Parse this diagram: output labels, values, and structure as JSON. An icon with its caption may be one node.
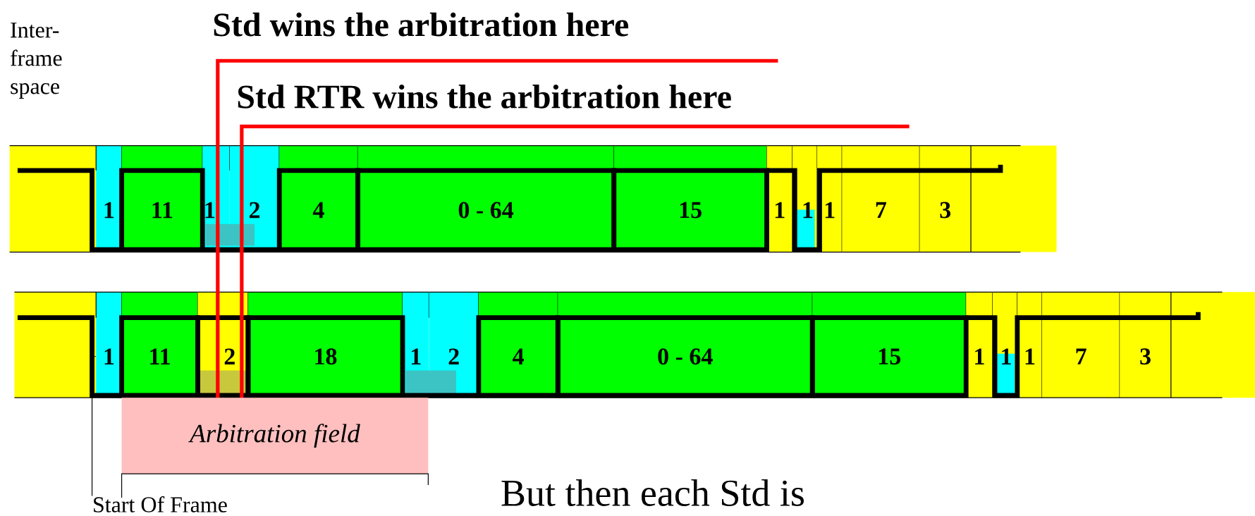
{
  "diagram": {
    "nodes": [
      {
        "text": [
          "1"
        ]
      },
      {
        "text": [
          "11"
        ]
      },
      {
        "text": [
          "1"
        ]
      },
      {
        "text": [
          "2"
        ]
      },
      {
        "text": [
          "4"
        ]
      },
      {
        "text": [
          "0 - 64"
        ]
      },
      {
        "text": [
          "15"
        ]
      },
      {
        "text": [
          "1"
        ]
      },
      {
        "text": [
          "1"
        ]
      },
      {
        "text": [
          "1"
        ]
      },
      {
        "text": [
          "7"
        ]
      },
      {
        "text": [
          "3"
        ]
      },
      {
        "text": [
          "1"
        ]
      },
      {
        "text": [
          "11"
        ]
      },
      {
        "text": [
          "2"
        ]
      },
      {
        "text": [
          "18"
        ]
      },
      {
        "text": [
          "1"
        ]
      },
      {
        "text": [
          "2"
        ]
      },
      {
        "text": [
          "4"
        ]
      },
      {
        "text": [
          "0 - 64"
        ]
      },
      {
        "text": [
          "15"
        ]
      },
      {
        "text": [
          "1"
        ]
      },
      {
        "text": [
          "1"
        ]
      },
      {
        "text": [
          "1"
        ]
      },
      {
        "text": [
          "7"
        ]
      },
      {
        "text": [
          "3"
        ]
      },
      {
        "text": [
          "Arbitration field"
        ]
      },
      {
        "text": [
          "Start Of Frame"
        ]
      }
    ],
    "edges": [
      {
        "from": 27,
        "to": 12,
        "arrow": "none"
      }
    ],
    "labels": [
      "Std wins the arbitration here",
      "Inter- frame space",
      "Std RTR wins the arbitration here",
      "But then each Std is"
    ]
  }
}
